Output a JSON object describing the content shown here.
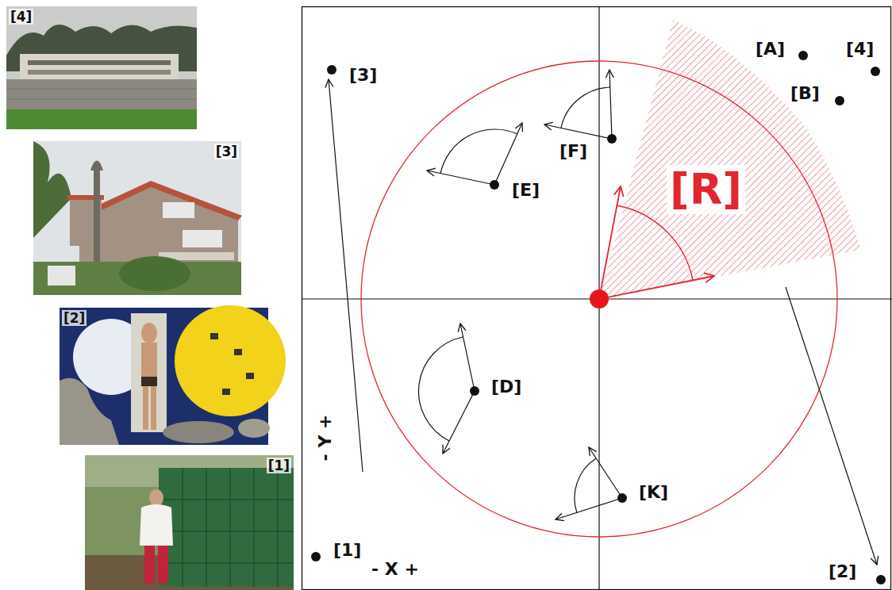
{
  "diagram": {
    "nodes": [
      {
        "text": [
          "[4]"
        ]
      },
      {
        "text": [
          "[3]"
        ]
      },
      {
        "text": [
          "[2]"
        ]
      },
      {
        "text": [
          "[1]"
        ]
      }
    ],
    "labels": [
      "[A]",
      "[4]",
      "[B]",
      "[3]",
      "[F]",
      "[E]",
      "[R]",
      "[D]",
      "[K]",
      "- Y +",
      "[1]",
      "- X +",
      "[2]"
    ]
  }
}
